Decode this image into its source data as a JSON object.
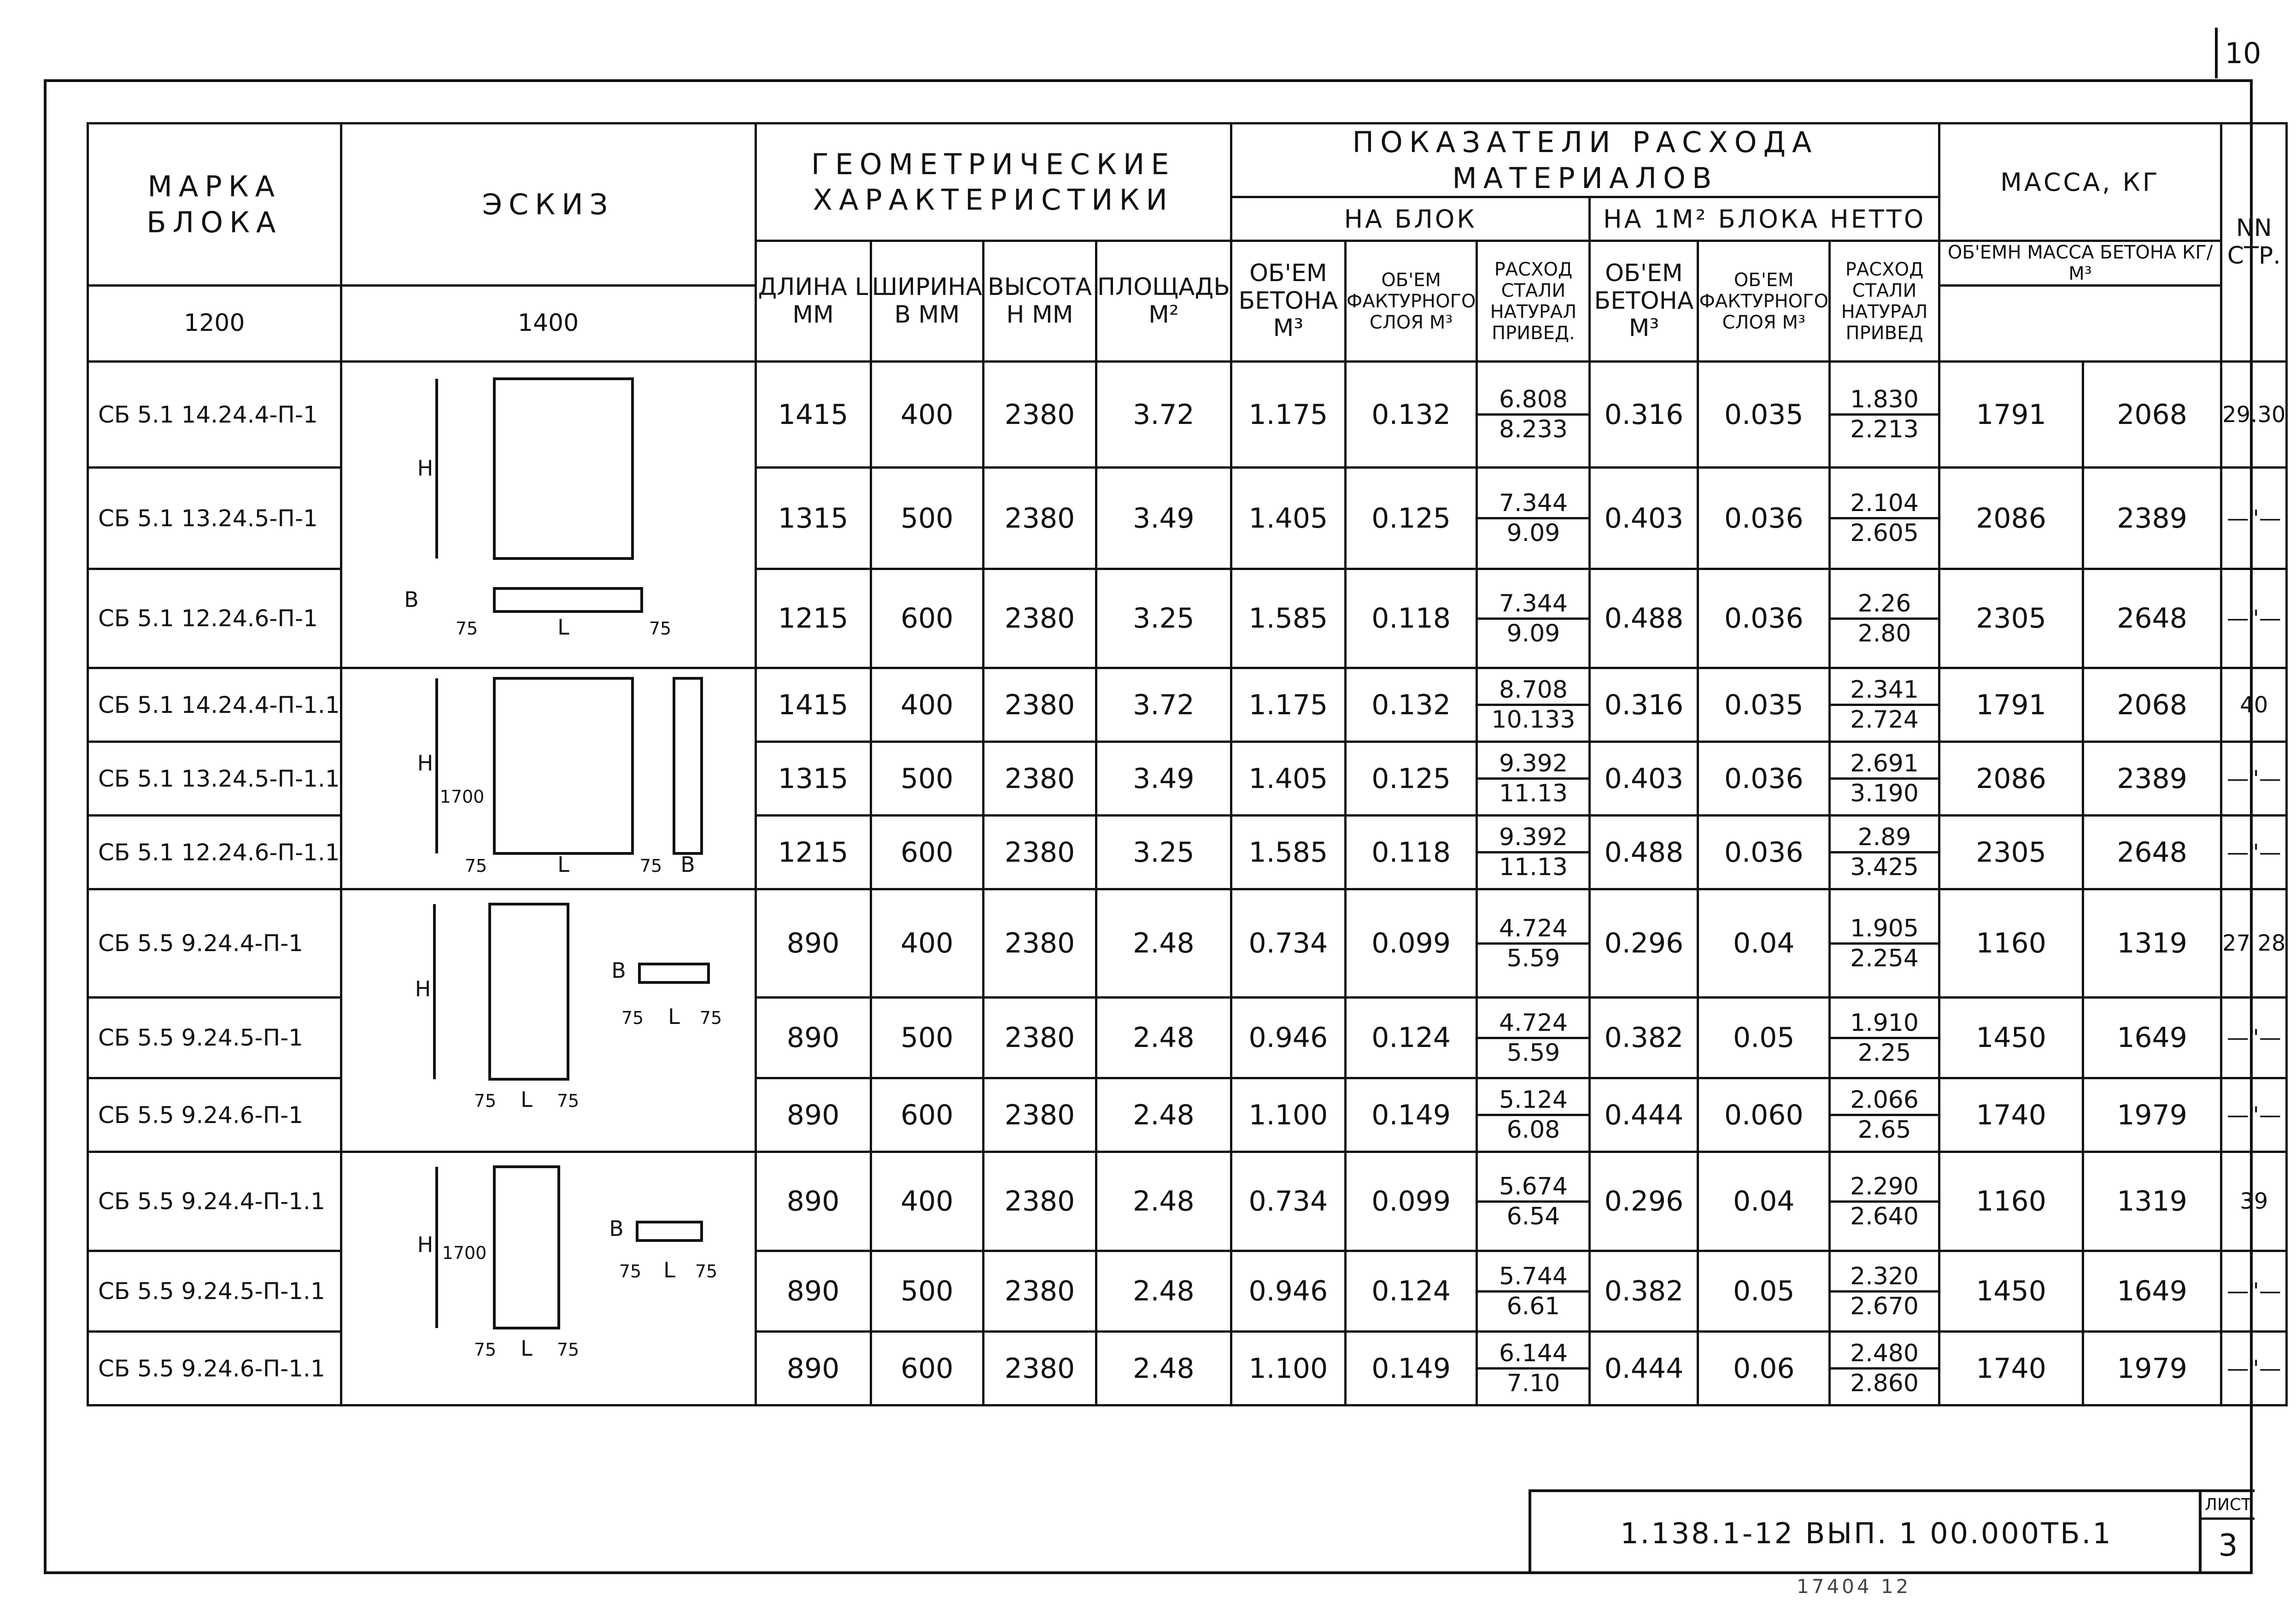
{
  "page_number": "10",
  "header": {
    "mark": "МАРКА БЛОКА",
    "sketch": "ЭСКИЗ",
    "geometry": "ГЕОМЕТРИЧЕСКИЕ ХАРАКТЕРИСТИКИ",
    "materials": "ПОКАЗАТЕЛИ РАСХОДА МАТЕРИАЛОВ",
    "per_block": "НА БЛОК",
    "per_m2": "НА 1М² БЛОКА НЕТТО",
    "mass": "МАССА, КГ",
    "page_no": "NN СТР.",
    "length": "ДЛИНА L ММ",
    "width": "ШИРИНА В ММ",
    "height": "ВЫСОТА Н ММ",
    "area": "ПЛОЩАДЬ М²",
    "vol_concrete": "ОБ'ЕМ БЕТОНА М³",
    "vol_facing": "ОБ'ЕМ ФАКТУРНОГО СЛОЯ М³",
    "steel": "РАСХОД СТАЛИ НАТУРАЛ ПРИВЕД.",
    "vol_concrete_m2": "ОБ'ЕМ БЕТОНА М³",
    "vol_facing_m2": "ОБ'ЕМ ФАКТУРНОГО СЛОЯ М³",
    "steel_m2": "РАСХОД СТАЛИ НАТУРАЛ ПРИВЕД",
    "mass_density": "ОБ'ЕМН МАССА БЕТОНА КГ/М³",
    "d1200": "1200",
    "d1400": "1400"
  },
  "rows": [
    {
      "mark": "СБ 5.1 14.24.4-П-1",
      "L": "1415",
      "B": "400",
      "H": "2380",
      "S": "3.72",
      "vb": "1.175",
      "vf": "0.132",
      "st_n": "6.808",
      "st_p": "8.233",
      "vb2": "0.316",
      "vf2": "0.035",
      "st2_n": "1.830",
      "st2_p": "2.213",
      "m1200": "1791",
      "m1400": "2068",
      "page": "29.30"
    },
    {
      "mark": "СБ 5.1 13.24.5-П-1",
      "L": "1315",
      "B": "500",
      "H": "2380",
      "S": "3.49",
      "vb": "1.405",
      "vf": "0.125",
      "st_n": "7.344",
      "st_p": "9.09",
      "vb2": "0.403",
      "vf2": "0.036",
      "st2_n": "2.104",
      "st2_p": "2.605",
      "m1200": "2086",
      "m1400": "2389",
      "page": "—\"—"
    },
    {
      "mark": "СБ 5.1 12.24.6-П-1",
      "L": "1215",
      "B": "600",
      "H": "2380",
      "S": "3.25",
      "vb": "1.585",
      "vf": "0.118",
      "st_n": "7.344",
      "st_p": "9.09",
      "vb2": "0.488",
      "vf2": "0.036",
      "st2_n": "2.26",
      "st2_p": "2.80",
      "m1200": "2305",
      "m1400": "2648",
      "page": "—\"—"
    },
    {
      "mark": "СБ 5.1 14.24.4-П-1.1",
      "L": "1415",
      "B": "400",
      "H": "2380",
      "S": "3.72",
      "vb": "1.175",
      "vf": "0.132",
      "st_n": "8.708",
      "st_p": "10.133",
      "vb2": "0.316",
      "vf2": "0.035",
      "st2_n": "2.341",
      "st2_p": "2.724",
      "m1200": "1791",
      "m1400": "2068",
      "page": "40"
    },
    {
      "mark": "СБ 5.1 13.24.5-П-1.1",
      "L": "1315",
      "B": "500",
      "H": "2380",
      "S": "3.49",
      "vb": "1.405",
      "vf": "0.125",
      "st_n": "9.392",
      "st_p": "11.13",
      "vb2": "0.403",
      "vf2": "0.036",
      "st2_n": "2.691",
      "st2_p": "3.190",
      "m1200": "2086",
      "m1400": "2389",
      "page": "—\"—"
    },
    {
      "mark": "СБ 5.1 12.24.6-П-1.1",
      "L": "1215",
      "B": "600",
      "H": "2380",
      "S": "3.25",
      "vb": "1.585",
      "vf": "0.118",
      "st_n": "9.392",
      "st_p": "11.13",
      "vb2": "0.488",
      "vf2": "0.036",
      "st2_n": "2.89",
      "st2_p": "3.425",
      "m1200": "2305",
      "m1400": "2648",
      "page": "—\"—"
    },
    {
      "mark": "СБ 5.5 9.24.4-П-1",
      "L": "890",
      "B": "400",
      "H": "2380",
      "S": "2.48",
      "vb": "0.734",
      "vf": "0.099",
      "st_n": "4.724",
      "st_p": "5.59",
      "vb2": "0.296",
      "vf2": "0.04",
      "st2_n": "1.905",
      "st2_p": "2.254",
      "m1200": "1160",
      "m1400": "1319",
      "page": "27 28"
    },
    {
      "mark": "СБ 5.5 9.24.5-П-1",
      "L": "890",
      "B": "500",
      "H": "2380",
      "S": "2.48",
      "vb": "0.946",
      "vf": "0.124",
      "st_n": "4.724",
      "st_p": "5.59",
      "vb2": "0.382",
      "vf2": "0.05",
      "st2_n": "1.910",
      "st2_p": "2.25",
      "m1200": "1450",
      "m1400": "1649",
      "page": "—\"—"
    },
    {
      "mark": "СБ 5.5 9.24.6-П-1",
      "L": "890",
      "B": "600",
      "H": "2380",
      "S": "2.48",
      "vb": "1.100",
      "vf": "0.149",
      "st_n": "5.124",
      "st_p": "6.08",
      "vb2": "0.444",
      "vf2": "0.060",
      "st2_n": "2.066",
      "st2_p": "2.65",
      "m1200": "1740",
      "m1400": "1979",
      "page": "—\"—"
    },
    {
      "mark": "СБ 5.5 9.24.4-П-1.1",
      "L": "890",
      "B": "400",
      "H": "2380",
      "S": "2.48",
      "vb": "0.734",
      "vf": "0.099",
      "st_n": "5.674",
      "st_p": "6.54",
      "vb2": "0.296",
      "vf2": "0.04",
      "st2_n": "2.290",
      "st2_p": "2.640",
      "m1200": "1160",
      "m1400": "1319",
      "page": "39"
    },
    {
      "mark": "СБ 5.5 9.24.5-П-1.1",
      "L": "890",
      "B": "500",
      "H": "2380",
      "S": "2.48",
      "vb": "0.946",
      "vf": "0.124",
      "st_n": "5.744",
      "st_p": "6.61",
      "vb2": "0.382",
      "vf2": "0.05",
      "st2_n": "2.320",
      "st2_p": "2.670",
      "m1200": "1450",
      "m1400": "1649",
      "page": "—\"—"
    },
    {
      "mark": "СБ 5.5 9.24.6-П-1.1",
      "L": "890",
      "B": "600",
      "H": "2380",
      "S": "2.48",
      "vb": "1.100",
      "vf": "0.149",
      "st_n": "6.144",
      "st_p": "7.10",
      "vb2": "0.444",
      "vf2": "0.06",
      "st2_n": "2.480",
      "st2_p": "2.860",
      "m1200": "1740",
      "m1400": "1979",
      "page": "—\"—"
    }
  ],
  "sketch_labels": {
    "H": "Н",
    "B": "В",
    "L": "L",
    "d75": "75",
    "d1700": "1700"
  },
  "stamp": {
    "code": "1.138.1-12 ВЫП. 1 00.000ТБ.1",
    "sheet_label": "ЛИСТ",
    "sheet_number": "3",
    "below": "17404  12"
  }
}
